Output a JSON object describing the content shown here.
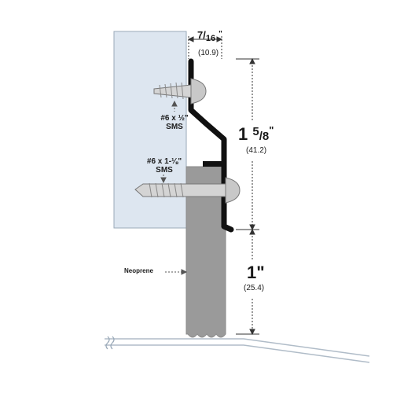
{
  "dims": {
    "top_width_num": "7",
    "top_width_den": "16",
    "top_width_mark": "\"",
    "top_width_mm": "(10.9)",
    "height_whole": "1",
    "height_num": "5",
    "height_den": "8",
    "height_mark": "\"",
    "height_mm": "(41.2)",
    "insert_whole": "1\"",
    "insert_mm": "(25.4)"
  },
  "screws": {
    "upper_line1": "#6 x ½\"",
    "upper_line2": "SMS",
    "lower_line1": "#6 x 1-⅛\"",
    "lower_line2": "SMS"
  },
  "material": {
    "insert_label": "Neoprene"
  },
  "colors": {
    "door": "#dde6f0",
    "door_edge": "#9aa9b8",
    "neoprene": "#9a9a9a",
    "retainer": "#111111",
    "screw": "#c8c8c8",
    "dim_line": "#333333"
  }
}
